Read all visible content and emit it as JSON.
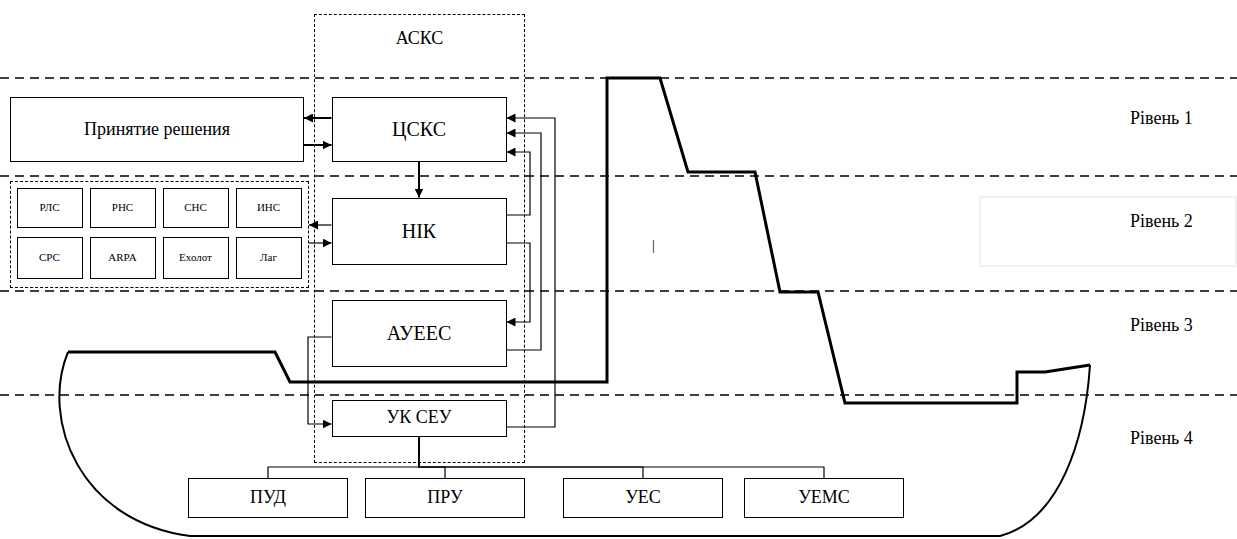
{
  "diagram": {
    "nodes": [
      {
        "text": [
          "Принятие решения"
        ]
      },
      {
        "text": [
          "АСКС"
        ]
      },
      {
        "text": [
          "ЦСКС"
        ],
        "in": 1
      },
      {
        "text": [
          "НІК"
        ],
        "in": 1
      },
      {
        "text": [
          "АУЕЕС"
        ],
        "in": 1
      },
      {
        "text": [
          "УК СЕУ"
        ],
        "in": 1
      },
      {
        "text": []
      },
      {
        "text": [
          "РЛС"
        ],
        "in": 6
      },
      {
        "text": [
          "РНС"
        ],
        "in": 6
      },
      {
        "text": [
          "СНС"
        ],
        "in": 6
      },
      {
        "text": [
          "ИНС"
        ],
        "in": 6
      },
      {
        "text": [
          "СРС"
        ],
        "in": 6
      },
      {
        "text": [
          "ARPA"
        ],
        "in": 6
      },
      {
        "text": [
          "Ехолот"
        ],
        "in": 6
      },
      {
        "text": [
          "Лаг"
        ],
        "in": 6
      },
      {
        "text": [
          "ПУД"
        ]
      },
      {
        "text": [
          "ПРУ"
        ]
      },
      {
        "text": [
          "УЕС"
        ]
      },
      {
        "text": [
          "УЕМС"
        ]
      }
    ],
    "edges": [
      {
        "from": 2,
        "to": 0,
        "arrow": "to"
      },
      {
        "from": 0,
        "to": 2,
        "arrow": "to"
      },
      {
        "from": 2,
        "to": 3,
        "arrow": "to"
      },
      {
        "from": 3,
        "to": 6,
        "arrow": "to"
      },
      {
        "from": 6,
        "to": 3,
        "arrow": "to"
      },
      {
        "from": 3,
        "to": 2,
        "arrow": "to"
      },
      {
        "from": 3,
        "to": 4,
        "arrow": "to"
      },
      {
        "from": 4,
        "to": 2,
        "arrow": "to"
      },
      {
        "from": 5,
        "to": 2,
        "arrow": "to"
      },
      {
        "from": 4,
        "to": 5,
        "arrow": "to"
      },
      {
        "from": 5,
        "to": 15,
        "arrow": "none"
      },
      {
        "from": 5,
        "to": 16,
        "arrow": "none"
      },
      {
        "from": 5,
        "to": 17,
        "arrow": "none"
      },
      {
        "from": 5,
        "to": 18,
        "arrow": "none"
      }
    ],
    "labels": [
      "Рівень 1",
      "Рівень 2",
      "Рівень 3",
      "Рівень 4",
      "|"
    ]
  }
}
